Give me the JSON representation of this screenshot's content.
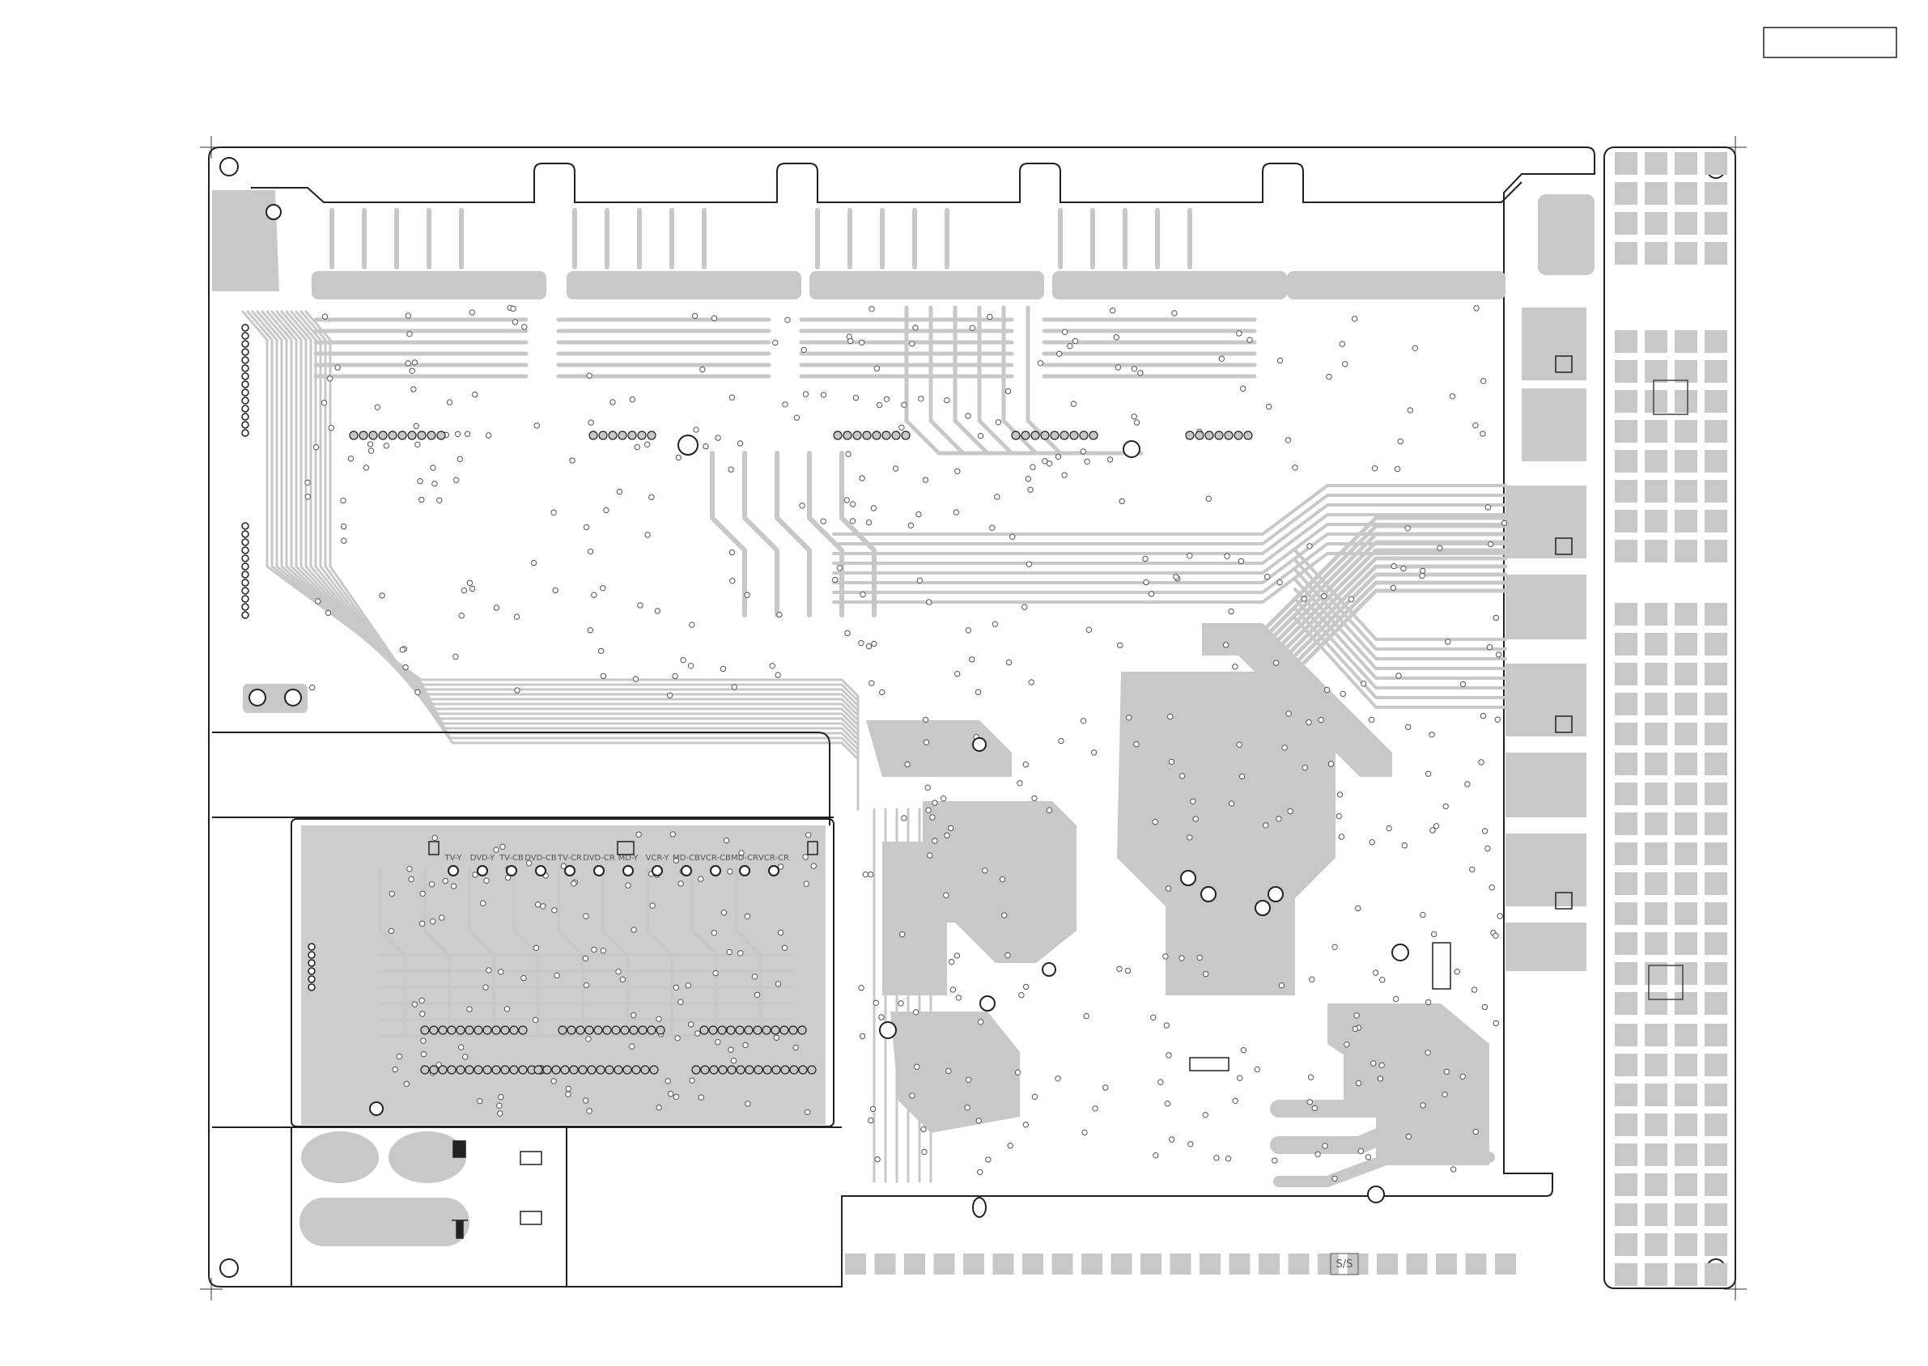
{
  "drawing": {
    "kind": "PCB copper layer (component side) artwork",
    "colors": {
      "background": "#ffffff",
      "copper": "#c8c8c8",
      "outline": "#222222",
      "pad_ring": "#444444",
      "legend": "#555555"
    }
  },
  "title_block": {
    "text": ""
  },
  "connector_labels": [
    "TV-Y",
    "DVD-Y",
    "TV-CB",
    "DVD-CB",
    "TV-CR",
    "DVD-CR",
    "MD-Y",
    "VCR-Y",
    "MD-CB",
    "VCR-CB",
    "MD-CR",
    "VCR-CR"
  ],
  "marker_label": "S/S"
}
